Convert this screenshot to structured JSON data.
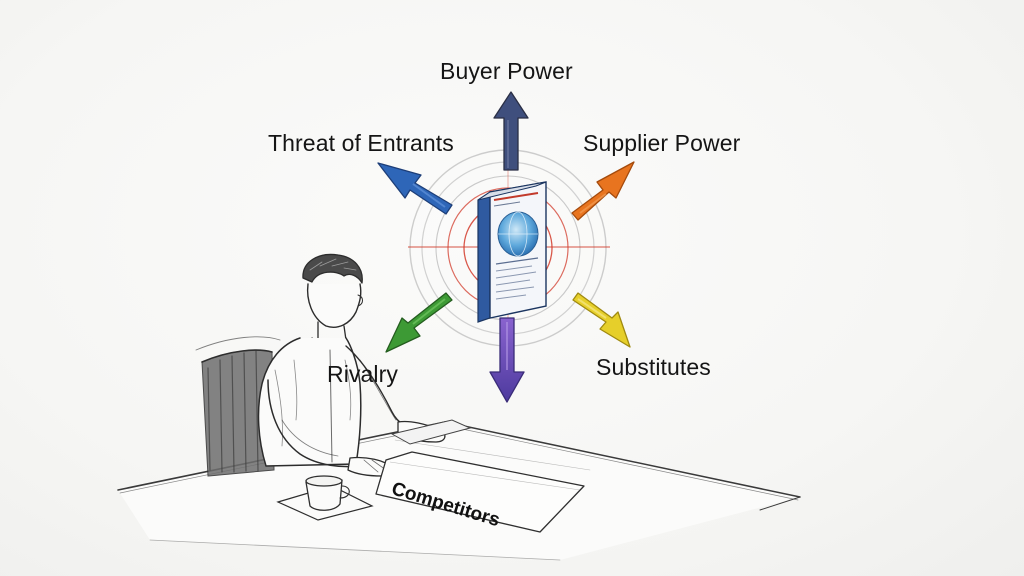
{
  "forces": {
    "buyer_power": "Buyer Power",
    "threat_of_entrants": "Threat of Entrants",
    "supplier_power": "Supplier Power",
    "rivalry": "Rivalry",
    "substitutes": "Substitutes"
  },
  "desk_paper": {
    "label": "Competitors"
  },
  "colors": {
    "buyer_arrow": "#3f4f7d",
    "entrants_arrow": "#2e66b8",
    "supplier_arrow": "#e8741f",
    "rivalry_arrow": "#3d9a35",
    "substitutes_arrow": "#e6cf2a",
    "bottom_arrow": "#6a4fb3",
    "target_ring": "#d23b2b",
    "book_spine": "#2f5aa0"
  },
  "icons": {
    "center": "report-book-icon",
    "person": "seated-person-sketch",
    "cup": "coffee-cup-icon"
  }
}
